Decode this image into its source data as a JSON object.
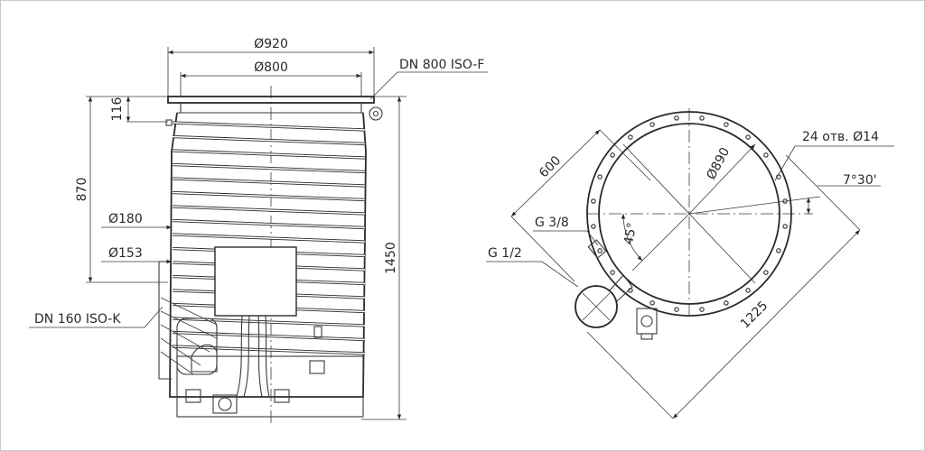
{
  "colors": {
    "line": "#3a3a3a",
    "background": "#ffffff",
    "frame": "#c9c9c9"
  },
  "side_view": {
    "dim_outer_diameter": "Ø920",
    "dim_inner_diameter": "Ø800",
    "top_flange": "DN 800 ISO-F",
    "dim_height_total": "1450",
    "dim_height_upper": "870",
    "dim_flange_height": "116",
    "dim_port_outer": "Ø180",
    "dim_port_inner": "Ø153",
    "side_flange": "DN 160 ISO-K"
  },
  "top_view": {
    "dim_width": "600",
    "dim_bolt_circle": "Ø890",
    "holes_note": "24 отв. Ø14",
    "angle_pitch": "7°30'",
    "angle_port": "45°",
    "thread_small": "G 3/8",
    "thread_large": "G 1/2",
    "dim_diagonal": "1225"
  }
}
